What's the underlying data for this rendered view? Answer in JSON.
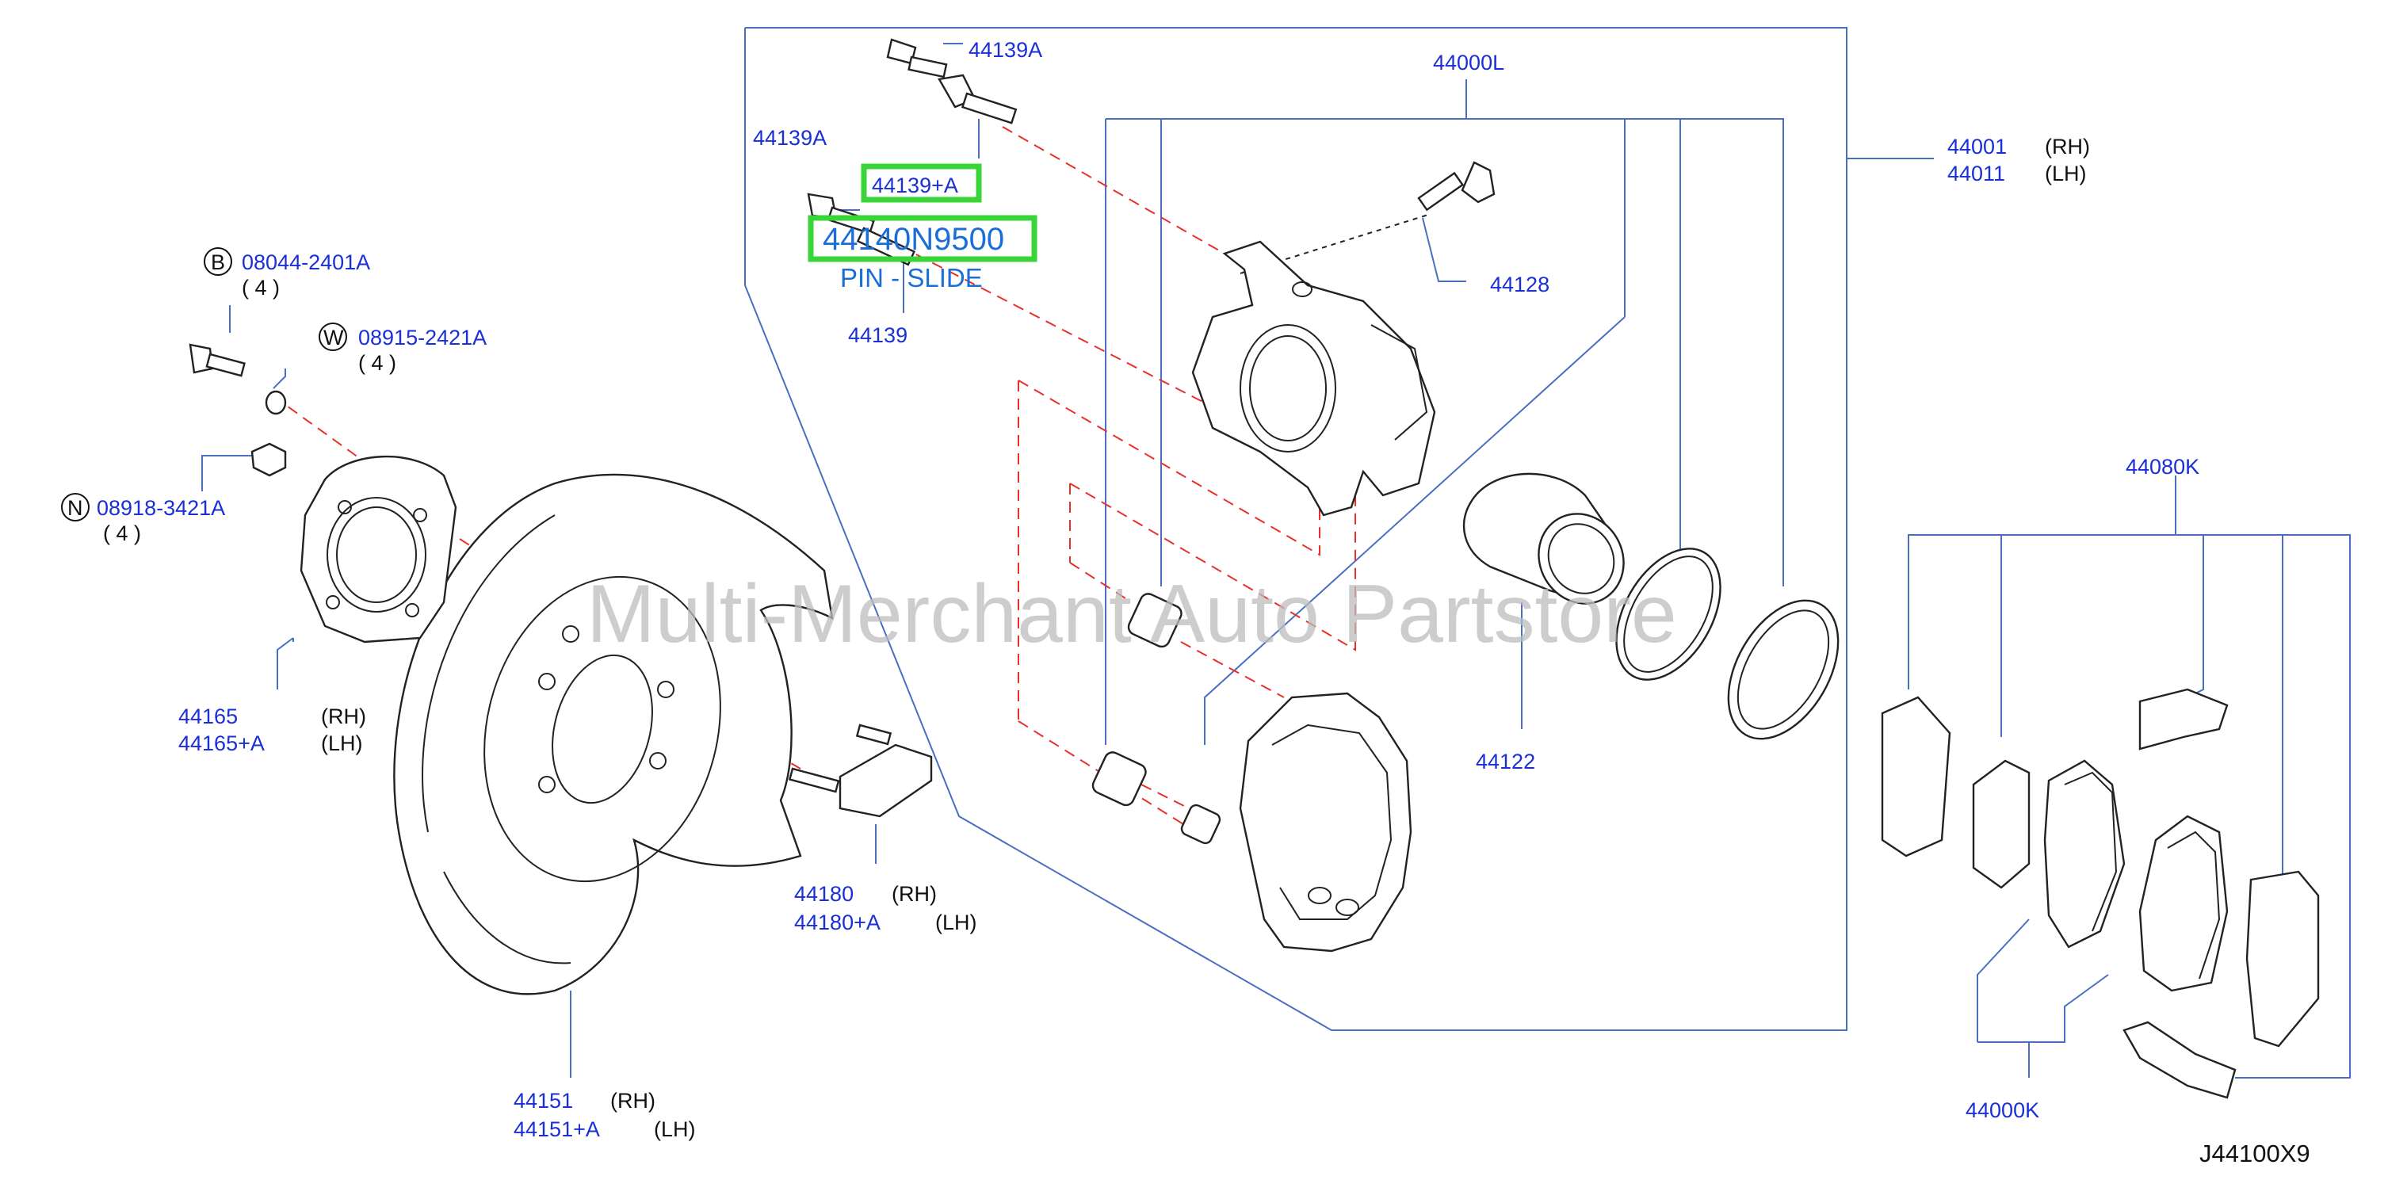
{
  "labels": {
    "p44139A_top": "44139A",
    "p44000L": "44000L",
    "p44001": "44001",
    "p44001_side": "(RH)",
    "p44011": "44011",
    "p44011_side": "(LH)",
    "p44139A_left": "44139A",
    "p44139pA": "44139+A",
    "p44139": "44139",
    "p44128": "44128",
    "bolt_code": "08044-2401A",
    "bolt_qty": "( 4 )",
    "washer_code": "08915-2421A",
    "washer_qty": "( 4 )",
    "nut_code": "08918-3421A",
    "nut_qty": "( 4 )",
    "p44165": "44165",
    "p44165_side": "(RH)",
    "p44165A": "44165+A",
    "p44165A_side": "(LH)",
    "p44180": "44180",
    "p44180_side": "(RH)",
    "p44180A": "44180+A",
    "p44180A_side": "(LH)",
    "p44151": "44151",
    "p44151_side": "(RH)",
    "p44151A": "44151+A",
    "p44151A_side": "(LH)",
    "p44122": "44122",
    "p44080K": "44080K",
    "p44000K": "44000K",
    "diagram_code": "J44100X9"
  },
  "markers": {
    "bolt": "B",
    "washer": "W",
    "nut": "N"
  },
  "highlight": {
    "part_number": "44140N9500",
    "part_name": "PIN - SLIDE"
  },
  "watermark": "Multi-Merchant Auto Partstore",
  "colors": {
    "label": "#1a2fd6",
    "leader": "#4a6fc0",
    "dashed": "#e8302a",
    "highlight_box": "#38d438",
    "highlight_text": "#1a6fd6"
  }
}
